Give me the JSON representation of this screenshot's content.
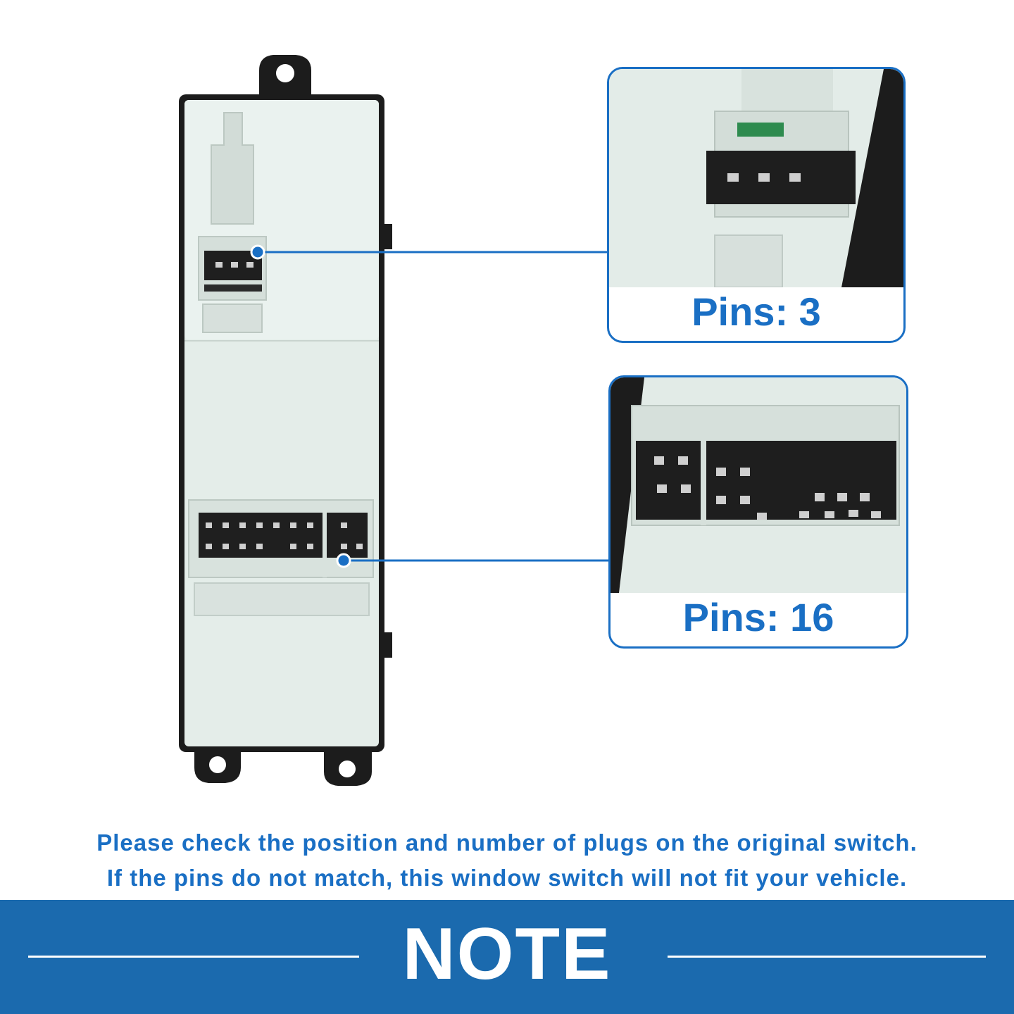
{
  "callouts": [
    {
      "label": "Pins: 3",
      "pin_count": 3
    },
    {
      "label": "Pins: 16",
      "pin_count": 16
    }
  ],
  "caption": {
    "line1": "Please check the position and number of plugs on the original switch.",
    "line2": "If the pins do not match, this window switch will not fit your vehicle."
  },
  "banner": {
    "title": "NOTE"
  },
  "colors": {
    "accent_blue": "#1a6fc4",
    "banner_blue": "#1b6aae",
    "housing": "#e6eeea",
    "frame": "#1c1c1c"
  }
}
